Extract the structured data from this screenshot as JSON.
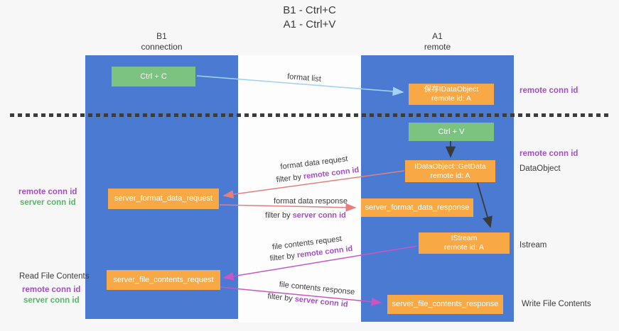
{
  "title": {
    "line1": "B1 - Ctrl+C",
    "line2": "A1 - Ctrl+V"
  },
  "lanes": {
    "left": {
      "title": "B1",
      "subtitle": "connection"
    },
    "right": {
      "title": "A1",
      "subtitle": "remote"
    }
  },
  "nodes": {
    "ctrl_c": {
      "label": "Ctrl + C"
    },
    "save_dataobject": {
      "line1": "保存IDataObject",
      "line2": "remote id: A"
    },
    "ctrl_v": {
      "label": "Ctrl + V"
    },
    "getdata": {
      "line1": "IDataObject::GetData",
      "line2": "remote id: A"
    },
    "format_request": {
      "label": "server_format_data_request"
    },
    "format_response": {
      "label": "server_format_data_response"
    },
    "istream": {
      "line1": "IStream",
      "line2": "remote id: A"
    },
    "file_request": {
      "label": "server_file_contents_request"
    },
    "file_response": {
      "label": "server_file_contents_response"
    }
  },
  "edge_labels": {
    "format_list": "format list",
    "format_data_request": "format data request",
    "format_data_response": "format data response",
    "file_contents_request": "file contents request",
    "file_contents_response": "file contents response",
    "filter_prefix": "filter by ",
    "remote_conn_id": "remote conn id",
    "server_conn_id": "server conn id"
  },
  "side_labels": {
    "remote_conn_id": "remote conn id",
    "server_conn_id": "server conn id",
    "dataobject": "DataObject",
    "istream": "Istream",
    "read_file_contents": "Read File Contents",
    "write_file_contents": "Write File Contents"
  },
  "colors": {
    "lane_blue": "#4a7ad2",
    "node_orange": "#f8a844",
    "node_green": "#7bc37e",
    "arrow_light_blue": "#a5d2f2",
    "arrow_red": "#e77e7e",
    "arrow_magenta": "#ce53c3",
    "arrow_black": "#3a3a3a",
    "text_purple": "#a44fc5",
    "text_green": "#53b865"
  }
}
